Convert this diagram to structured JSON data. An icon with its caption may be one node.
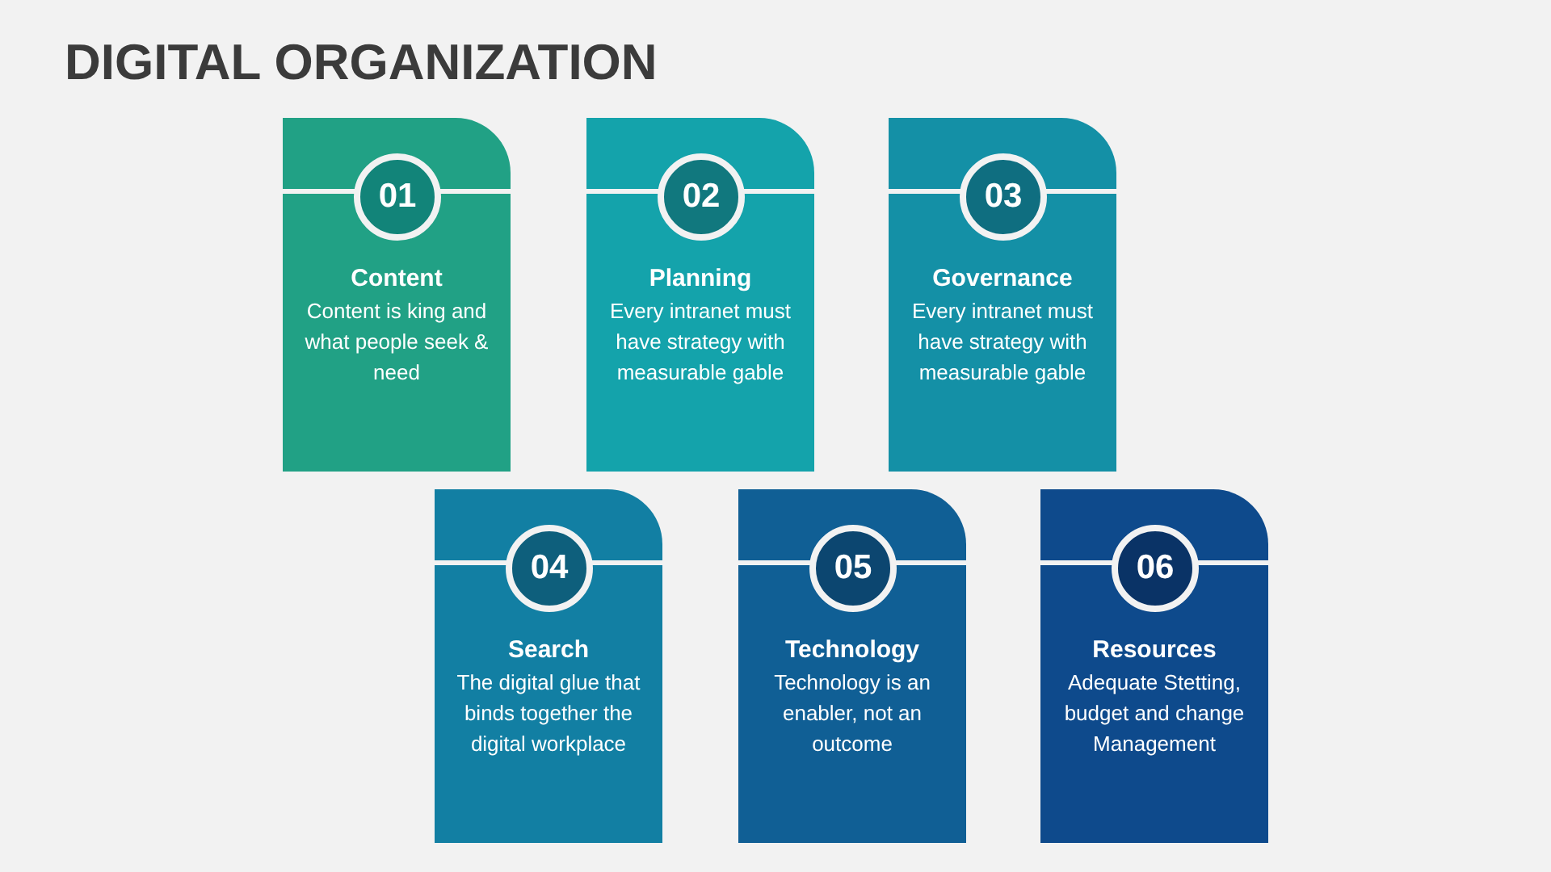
{
  "diagram": {
    "title": "DIGITAL ORGANIZATION",
    "nodes": [
      {
        "text": [
          "Content",
          "Content is king and what people seek & need"
        ]
      },
      {
        "text": [
          "01"
        ],
        "in": 0
      },
      {
        "text": [
          "Planning",
          "Every intranet must have strategy with measurable gable"
        ]
      },
      {
        "text": [
          "02"
        ],
        "in": 2
      },
      {
        "text": [
          "Governance",
          "Every intranet must have strategy with measurable gable"
        ]
      },
      {
        "text": [
          "03"
        ],
        "in": 4
      },
      {
        "text": [
          "Search",
          "The digital glue that binds together the digital workplace"
        ]
      },
      {
        "text": [
          "04"
        ],
        "in": 6
      },
      {
        "text": [
          "Technology",
          "Technology is an enabler, not an outcome"
        ]
      },
      {
        "text": [
          "05"
        ],
        "in": 8
      },
      {
        "text": [
          "Resources",
          "Adequate Stetting, budget and change Management"
        ]
      },
      {
        "text": [
          "06"
        ],
        "in": 10
      }
    ],
    "edges": []
  }
}
